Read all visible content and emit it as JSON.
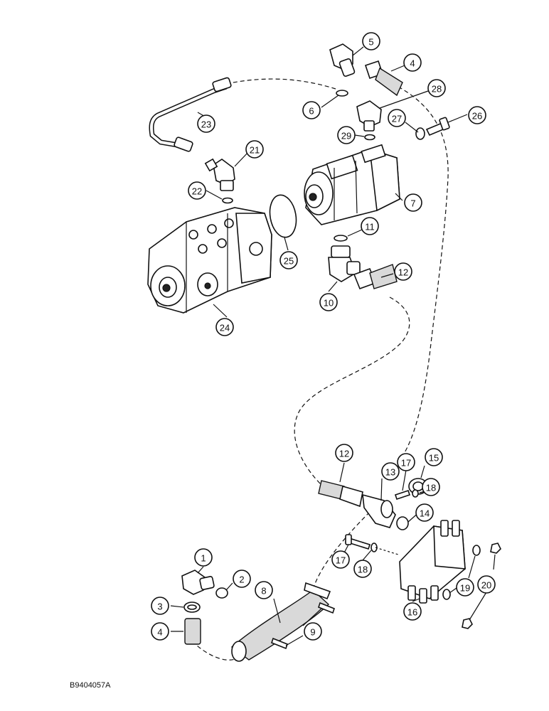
{
  "diagram": {
    "reference_code": "B9404057A",
    "callouts": [
      "1",
      "2",
      "3",
      "4",
      "4",
      "5",
      "6",
      "7",
      "8",
      "9",
      "10",
      "11",
      "12",
      "12",
      "13",
      "14",
      "15",
      "16",
      "17",
      "17",
      "18",
      "18",
      "19",
      "20",
      "21",
      "22",
      "23",
      "24",
      "25",
      "26",
      "27",
      "28",
      "29"
    ]
  }
}
